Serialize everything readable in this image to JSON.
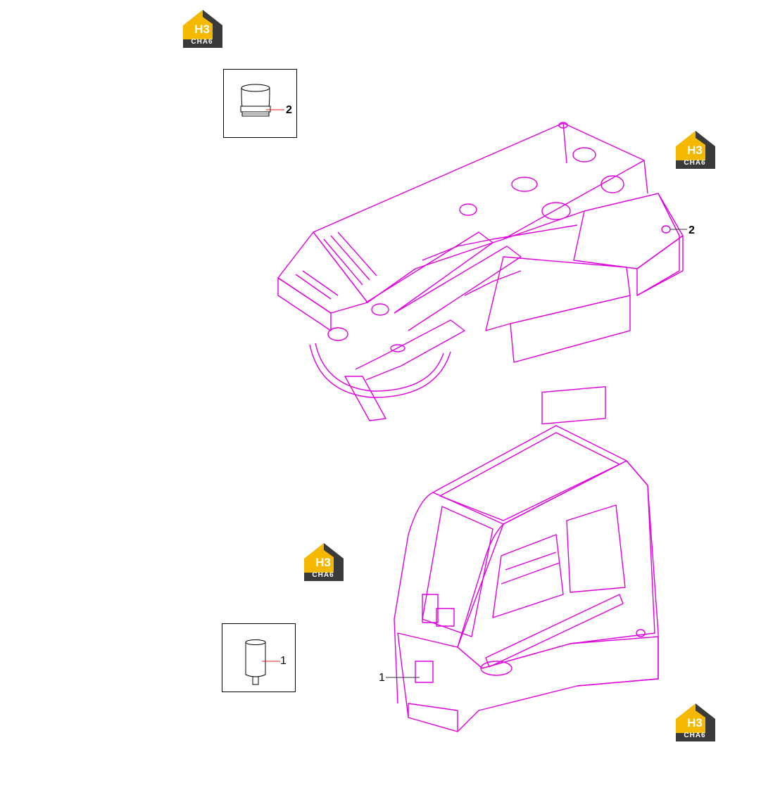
{
  "logos": [
    {
      "id": "logo-top",
      "mark": "H3",
      "sub": "CHA6"
    },
    {
      "id": "logo-right-mid",
      "mark": "H3",
      "sub": "CHA6"
    },
    {
      "id": "logo-left-mid",
      "mark": "H3",
      "sub": "CHA6"
    },
    {
      "id": "logo-bottom-right",
      "mark": "H3",
      "sub": "CHA6"
    }
  ],
  "callouts": {
    "inset_top_label": "2",
    "frame_label": "2",
    "inset_bottom_label": "1",
    "cab_label": "1"
  },
  "colors": {
    "drawing": "#e000e0",
    "logo_yellow": "#f5b800",
    "logo_dark": "#3a3a3a",
    "leader_red": "#e02020"
  }
}
